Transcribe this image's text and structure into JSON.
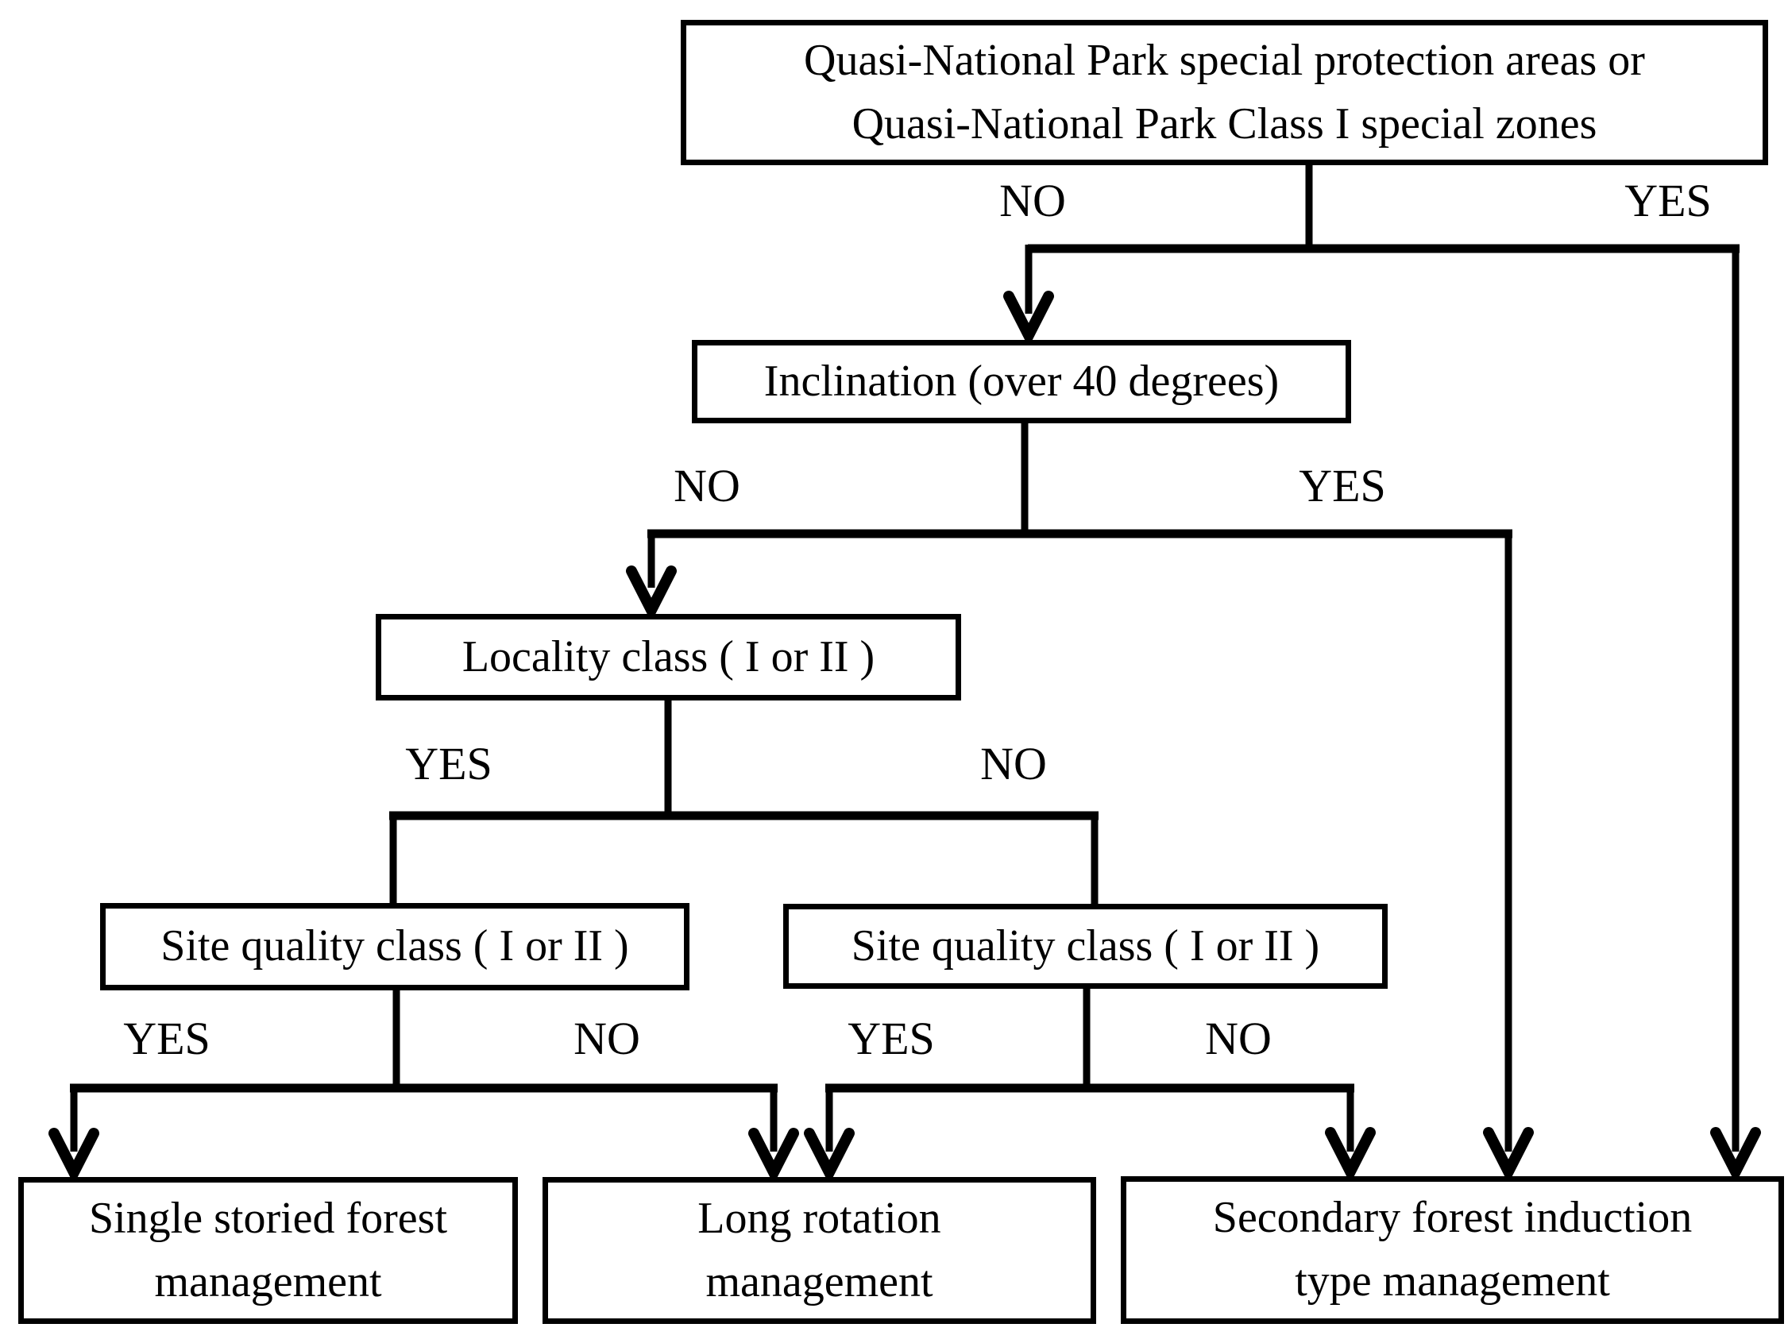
{
  "colors": {
    "background": "#ffffff",
    "line": "#000000",
    "text": "#000000"
  },
  "diagram": {
    "type": "decision-flowchart",
    "nodes": {
      "quasi_national_park": {
        "line1": "Quasi-National Park special protection areas or",
        "line2": "Quasi-National Park Class I special zones"
      },
      "inclination": {
        "label": "Inclination (over 40 degrees)"
      },
      "locality_class": {
        "label": "Locality class ( I or II )"
      },
      "site_quality_left": {
        "label": "Site quality class ( I or II )"
      },
      "site_quality_right": {
        "label": "Site quality class ( I or II )"
      },
      "single_storied": {
        "line1": "Single storied forest",
        "line2": "management"
      },
      "long_rotation": {
        "line1": "Long rotation",
        "line2": "management"
      },
      "secondary_forest": {
        "line1": "Secondary forest induction",
        "line2": "type management"
      }
    },
    "branch_labels": {
      "park_no": "NO",
      "park_yes": "YES",
      "inclination_no": "NO",
      "inclination_yes": "YES",
      "locality_yes": "YES",
      "locality_no": "NO",
      "site_left_yes": "YES",
      "site_left_no": "NO",
      "site_right_yes": "YES",
      "site_right_no": "NO"
    },
    "edges": [
      {
        "from": "quasi_national_park",
        "to": "inclination",
        "label": "NO"
      },
      {
        "from": "quasi_national_park",
        "to": "secondary_forest",
        "label": "YES"
      },
      {
        "from": "inclination",
        "to": "locality_class",
        "label": "NO"
      },
      {
        "from": "inclination",
        "to": "secondary_forest",
        "label": "YES"
      },
      {
        "from": "locality_class",
        "to": "site_quality_left",
        "label": "YES"
      },
      {
        "from": "locality_class",
        "to": "site_quality_right",
        "label": "NO"
      },
      {
        "from": "site_quality_left",
        "to": "single_storied",
        "label": "YES"
      },
      {
        "from": "site_quality_left",
        "to": "long_rotation",
        "label": "NO"
      },
      {
        "from": "site_quality_right",
        "to": "long_rotation",
        "label": "YES"
      },
      {
        "from": "site_quality_right",
        "to": "secondary_forest",
        "label": "NO"
      }
    ]
  }
}
